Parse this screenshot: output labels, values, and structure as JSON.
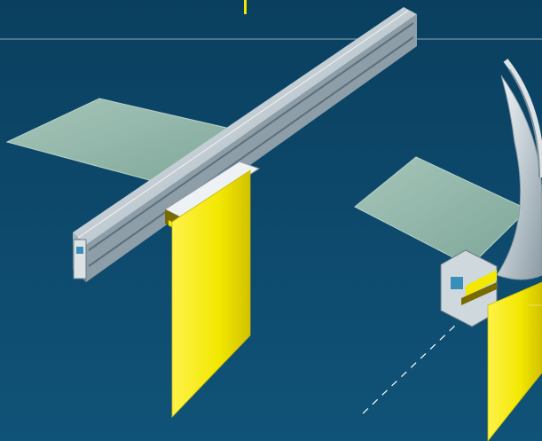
{
  "scene": {
    "background_color": "#0d4a6e",
    "components": [
      "straight-rail-assembly",
      "curved-rail-assembly",
      "glass-panel-left",
      "glass-panel-right",
      "yellow-curtain-left",
      "yellow-curtain-right",
      "dashed-guide-line"
    ]
  },
  "colors": {
    "rail_light": "#dfe6ea",
    "rail_mid": "#b7c4cc",
    "rail_dark": "#7f8f99",
    "glass_fill": "#8fb3a6",
    "glass_edge": "#a8c7bc",
    "curtain_yellow": "#f2e800",
    "curtain_shadow": "#d8c800",
    "guide_line": "#ffffff",
    "top_accent": "#f2e800"
  }
}
